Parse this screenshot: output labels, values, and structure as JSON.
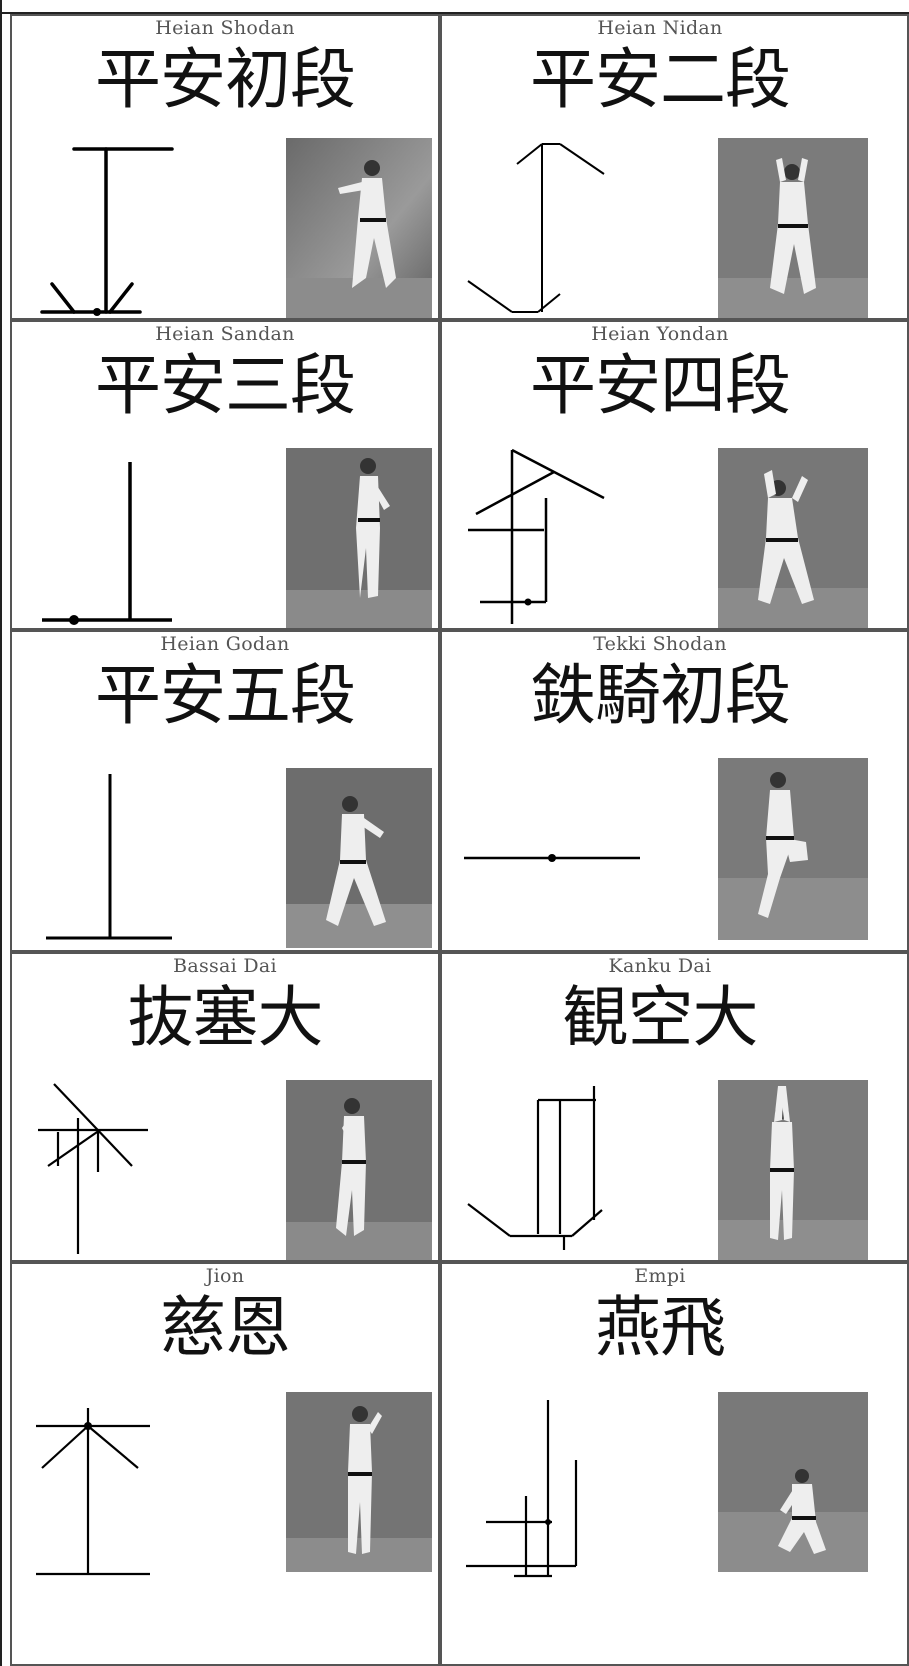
{
  "kata": [
    {
      "romaji": "Heian Shodan",
      "kanji": "平安初段",
      "diagram_icon": "embusen-heian-shodan",
      "photo_icon": "karateka-photo"
    },
    {
      "romaji": "Heian Nidan",
      "kanji": "平安二段",
      "diagram_icon": "embusen-heian-nidan",
      "photo_icon": "karateka-photo"
    },
    {
      "romaji": "Heian Sandan",
      "kanji": "平安三段",
      "diagram_icon": "embusen-heian-sandan",
      "photo_icon": "karateka-photo"
    },
    {
      "romaji": "Heian Yondan",
      "kanji": "平安四段",
      "diagram_icon": "embusen-heian-yondan",
      "photo_icon": "karateka-photo"
    },
    {
      "romaji": "Heian Godan",
      "kanji": "平安五段",
      "diagram_icon": "embusen-heian-godan",
      "photo_icon": "karateka-photo"
    },
    {
      "romaji": "Tekki Shodan",
      "kanji": "鉄騎初段",
      "diagram_icon": "embusen-tekki-shodan",
      "photo_icon": "karateka-photo"
    },
    {
      "romaji": "Bassai Dai",
      "kanji": "抜塞大",
      "diagram_icon": "embusen-bassai-dai",
      "photo_icon": "karateka-photo"
    },
    {
      "romaji": "Kanku Dai",
      "kanji": "観空大",
      "diagram_icon": "embusen-kanku-dai",
      "photo_icon": "karateka-photo"
    },
    {
      "romaji": "Jion",
      "kanji": "慈恩",
      "diagram_icon": "embusen-jion",
      "photo_icon": "karateka-photo"
    },
    {
      "romaji": "Empi",
      "kanji": "燕飛",
      "diagram_icon": "embusen-empi",
      "photo_icon": "karateka-photo"
    }
  ]
}
